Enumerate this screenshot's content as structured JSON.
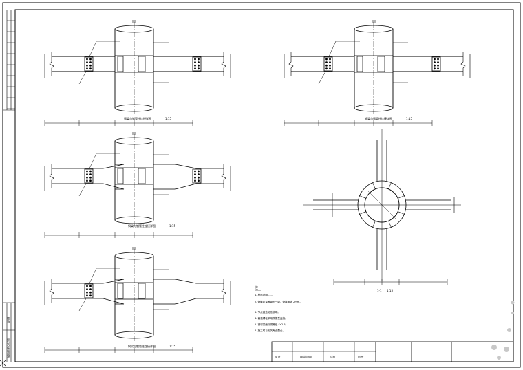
{
  "drawing": {
    "stroke_color": "#000000",
    "background": "#ffffff",
    "watermark_color": "#c8c8c8"
  },
  "details": [
    {
      "id": "d1",
      "caption": "钢梁与钢管柱连接详图",
      "scale": "1:15"
    },
    {
      "id": "d2",
      "caption": "钢梁与钢管柱连接详图",
      "scale": "1:15"
    },
    {
      "id": "d3",
      "caption": "钢梁与钢管柱连接详图",
      "scale": "1:15"
    },
    {
      "id": "d4",
      "caption": "钢梁与钢管柱连接详图",
      "scale": "1:15"
    }
  ],
  "plan": {
    "caption": "1-1",
    "scale": "1:15"
  },
  "notes": {
    "heading": "注",
    "lines": [
      "1. 材质说明 ……",
      "2. 焊缝质量等级为一级，焊接要求 2mm。",
      "3. 节点做法见总说明。",
      "4. 高强螺栓采用摩擦型连接。",
      "5. 钢材表面除锈等级 Sa2.5。",
      "6. 施工时与相关专业配合。"
    ]
  },
  "title_block": {
    "cells": [
      "设 计",
      "钢结构节点",
      "详图",
      "图 号"
    ]
  },
  "left_strip": {
    "label_a": "说 明",
    "label_b": "钢结构节点详图"
  }
}
